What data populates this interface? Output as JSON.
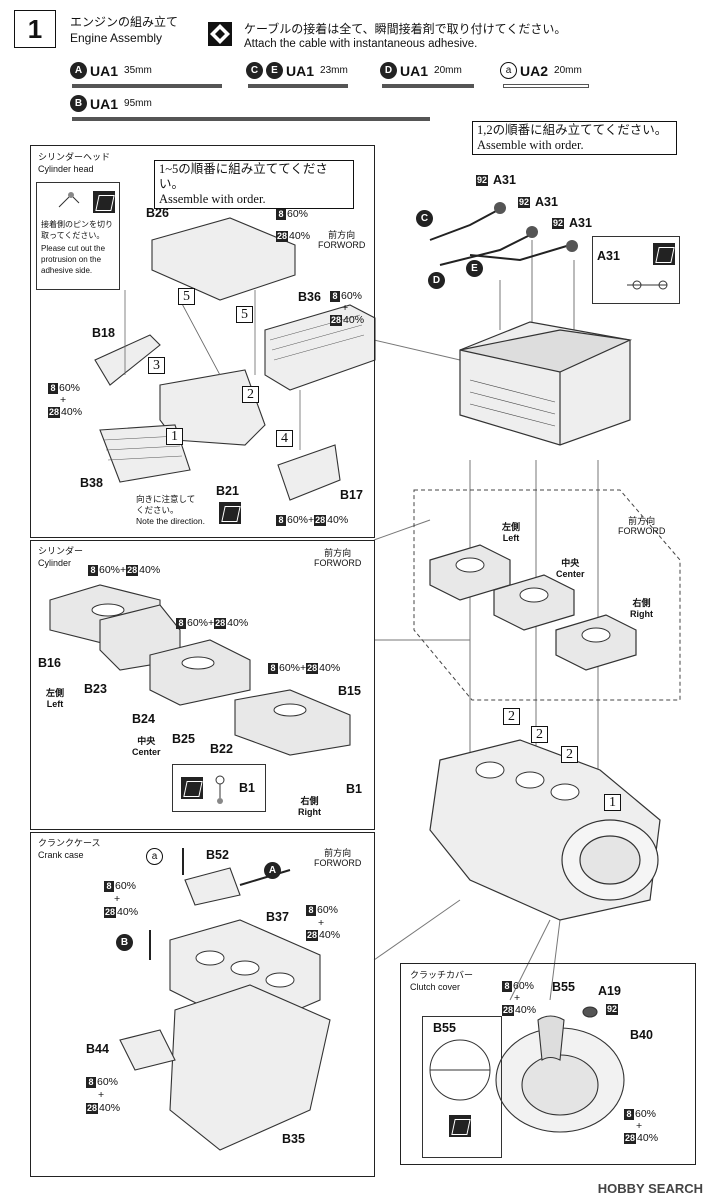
{
  "step": {
    "number": "1",
    "title_jp": "エンジンの組み立て",
    "title_en": "Engine Assembly",
    "glue_note_jp": "ケーブルの接着は全て、瞬間接着剤で取り付けてください。",
    "glue_note_en": "Attach the cable with instantaneous adhesive."
  },
  "cables": [
    {
      "labels": [
        "A"
      ],
      "part": "UA1",
      "length": "35mm"
    },
    {
      "labels": [
        "C",
        "E"
      ],
      "part": "UA1",
      "length": "23mm"
    },
    {
      "labels": [
        "D"
      ],
      "part": "UA1",
      "length": "20mm"
    },
    {
      "labels": [
        "a"
      ],
      "part": "UA2",
      "length": "20mm"
    },
    {
      "labels": [
        "B"
      ],
      "part": "UA1",
      "length": "95mm"
    }
  ],
  "top_right": {
    "order_jp": "1,2の順番に組み立ててください。",
    "order_en": "Assemble with order.",
    "parts": [
      "A31",
      "A31",
      "A31"
    ],
    "paint_code": "92",
    "cable_labels": [
      "C",
      "D",
      "E"
    ],
    "inset_part": "A31"
  },
  "cylinder_head": {
    "title_jp": "シリンダーヘッド",
    "title_en": "Cylinder head",
    "order_jp": "1~5の順番に組み立ててください。",
    "order_en": "Assemble with order.",
    "note_jp": "接着側のピンを切り取ってください。",
    "note_en": "Please cut out the protrusion on the adhesive side.",
    "forward_jp": "前方向",
    "forward_en": "FORWORD",
    "parts": {
      "b26": "B26",
      "b36": "B36",
      "b18": "B18",
      "b38": "B38",
      "b21": "B21",
      "b17": "B17"
    },
    "paints": {
      "p8": "8",
      "p28": "28",
      "pct60": "60%",
      "pct40": "40%",
      "plus": "+"
    },
    "steps": [
      "1",
      "2",
      "3",
      "4",
      "5",
      "5"
    ],
    "direction_jp": "向きに注意して",
    "direction_jp2": "ください。",
    "direction_en": "Note the direction."
  },
  "cylinder": {
    "title_jp": "シリンダー",
    "title_en": "Cylinder",
    "forward_jp": "前方向",
    "forward_en": "FORWORD",
    "parts": {
      "b16": "B16",
      "b23": "B23",
      "b24": "B24",
      "b25": "B25",
      "b22": "B22",
      "b15": "B15",
      "b1a": "B1",
      "b1b": "B1"
    },
    "left_jp": "左側",
    "left_en": "Left",
    "center_jp": "中央",
    "center_en": "Center",
    "right_jp": "右側",
    "right_en": "Right"
  },
  "crank_case": {
    "title_jp": "クランクケース",
    "title_en": "Crank case",
    "forward_jp": "前方向",
    "forward_en": "FORWORD",
    "parts": {
      "b52": "B52",
      "b37": "B37",
      "b44": "B44",
      "b35": "B35"
    },
    "cable_labels": {
      "a": "a",
      "A": "A",
      "B": "B"
    }
  },
  "middle": {
    "forward_jp": "前方向",
    "forward_en": "FORWORD",
    "left_jp": "左側",
    "left_en": "Left",
    "center_jp": "中央",
    "center_en": "Center",
    "right_jp": "右側",
    "right_en": "Right",
    "steps": [
      "2",
      "2",
      "2",
      "1"
    ]
  },
  "clutch_cover": {
    "title_jp": "クラッチカバー",
    "title_en": "Clutch cover",
    "parts": {
      "b55": "B55",
      "a19": "A19",
      "b40": "B40",
      "b55_inset": "B55"
    },
    "paint_code": "92"
  },
  "watermark": "HOBBY SEARCH"
}
